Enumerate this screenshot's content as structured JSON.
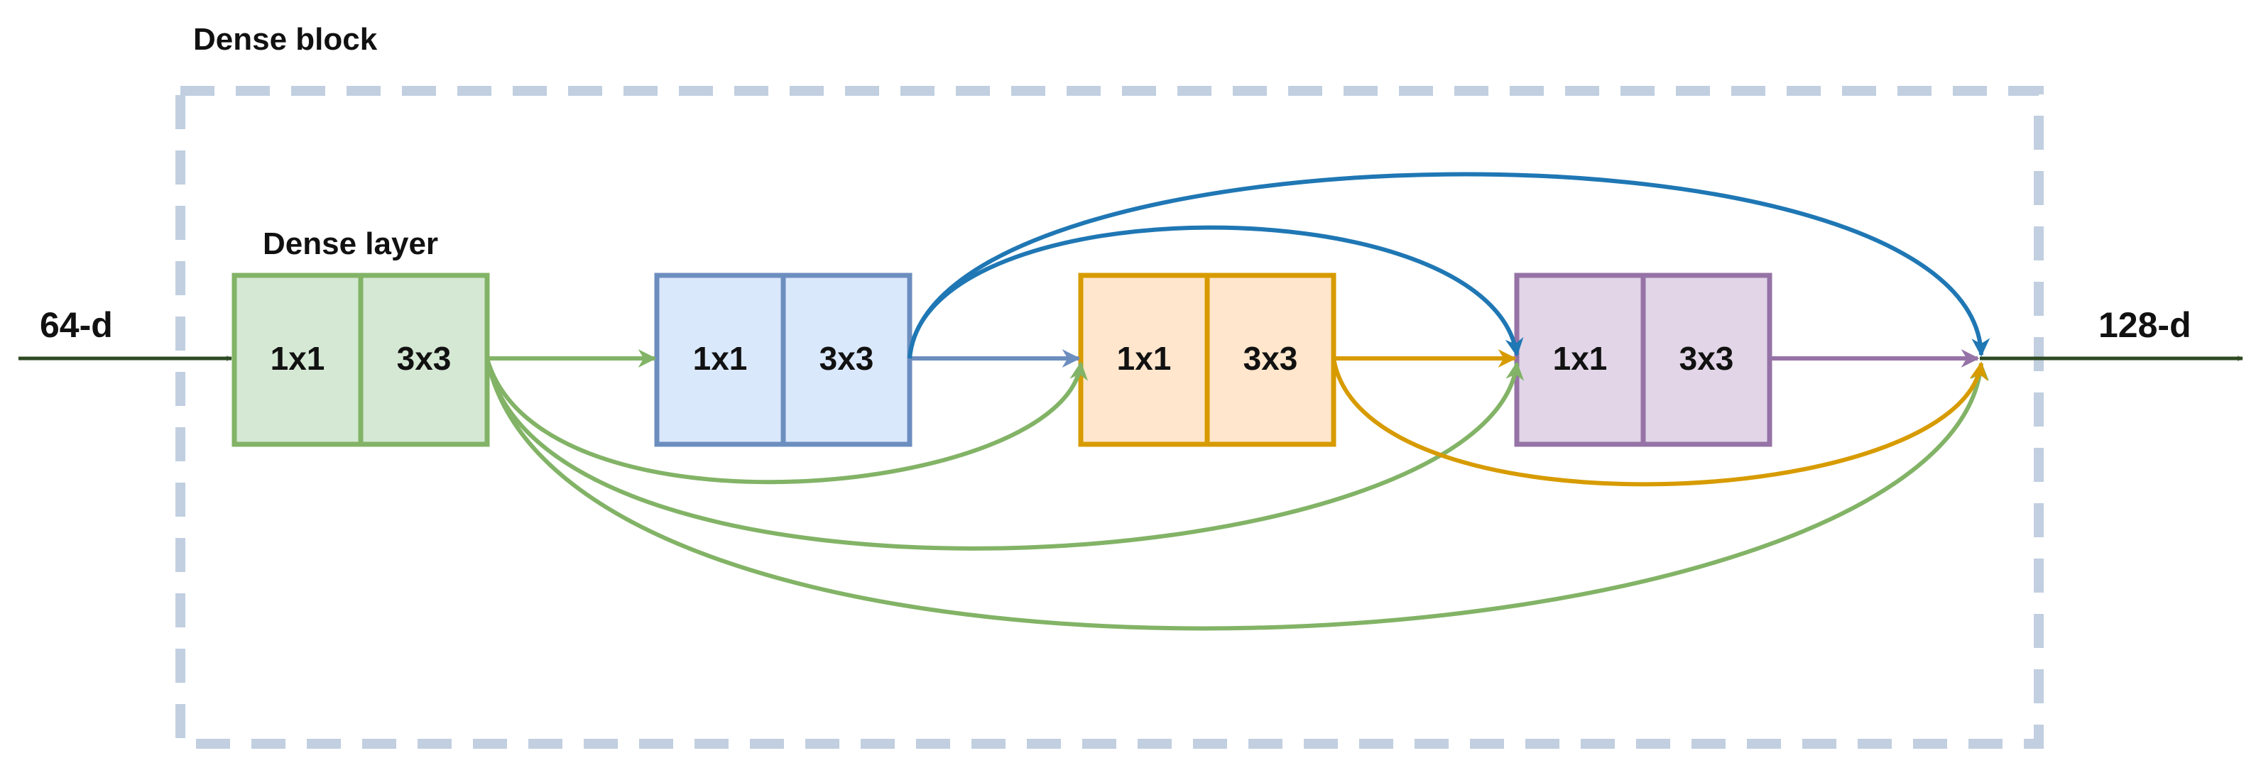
{
  "block_title": "Dense block",
  "layer_title": "Dense layer",
  "input_label": "64-d",
  "output_label": "128-d",
  "layers": [
    {
      "cells": [
        "1x1",
        "3x3"
      ],
      "fill": "#d5e8d4",
      "stroke": "#82b366"
    },
    {
      "cells": [
        "1x1",
        "3x3"
      ],
      "fill": "#dae8fc",
      "stroke": "#6c8ebf"
    },
    {
      "cells": [
        "1x1",
        "3x3"
      ],
      "fill": "#ffe6cc",
      "stroke": "#d79b00"
    },
    {
      "cells": [
        "1x1",
        "3x3"
      ],
      "fill": "#e1d5e7",
      "stroke": "#9673a6"
    }
  ],
  "colors": {
    "block_border": "#c1cfe0",
    "io_arrow": "#2d4a22",
    "green_link": "#82b366",
    "blue_link": "#6c8ebf",
    "orange_link": "#d79b00",
    "purple_link": "#9673a6",
    "skip_blue": "#1f77b4"
  }
}
